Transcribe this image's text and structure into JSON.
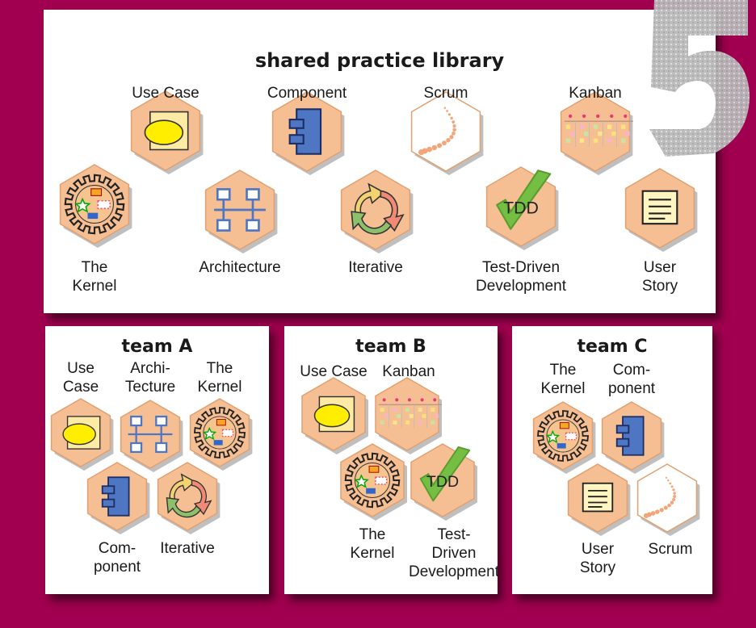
{
  "library": {
    "title": "shared practice library",
    "items": [
      {
        "label": "Use Case",
        "icon": "use-case-icon"
      },
      {
        "label": "Component",
        "icon": "component-icon"
      },
      {
        "label": "Scrum",
        "icon": "scrum-icon"
      },
      {
        "label": "Kanban",
        "icon": "kanban-icon"
      },
      {
        "label": "The\nKernel",
        "icon": "kernel-icon"
      },
      {
        "label": "Architecture",
        "icon": "architecture-icon"
      },
      {
        "label": "Iterative",
        "icon": "iterative-icon"
      },
      {
        "label": "Test-Driven\nDevelopment",
        "icon": "tdd-icon"
      },
      {
        "label": "User\nStory",
        "icon": "user-story-icon"
      }
    ]
  },
  "teams": [
    {
      "title": "team A",
      "items": [
        {
          "label": "Use\nCase",
          "icon": "use-case-icon"
        },
        {
          "label": "Archi-\nTecture",
          "icon": "architecture-icon"
        },
        {
          "label": "The\nKernel",
          "icon": "kernel-icon"
        },
        {
          "label": "Com-\nponent",
          "icon": "component-icon"
        },
        {
          "label": "Iterative",
          "icon": "iterative-icon"
        }
      ]
    },
    {
      "title": "team B",
      "items": [
        {
          "label": "Use Case",
          "icon": "use-case-icon"
        },
        {
          "label": "Kanban",
          "icon": "kanban-icon"
        },
        {
          "label": "The\nKernel",
          "icon": "kernel-icon"
        },
        {
          "label": "Test-\nDriven\nDevelopment",
          "icon": "tdd-icon"
        }
      ]
    },
    {
      "title": "team C",
      "items": [
        {
          "label": "The\nKernel",
          "icon": "kernel-icon"
        },
        {
          "label": "Com-\nponent",
          "icon": "component-icon"
        },
        {
          "label": "User\nStory",
          "icon": "user-story-icon"
        },
        {
          "label": "Scrum",
          "icon": "scrum-icon"
        }
      ]
    }
  ],
  "tdd_text": "TDD",
  "page_number": "5",
  "colors": {
    "background": "#a0004f",
    "hex_fill": "#f6bf93",
    "hex_fill_light": "#ffffff",
    "hex_stroke": "#e0a070",
    "component_blue": "#4f76c2",
    "ellipse_yellow": "#ffee00",
    "check_green": "#74be43"
  }
}
